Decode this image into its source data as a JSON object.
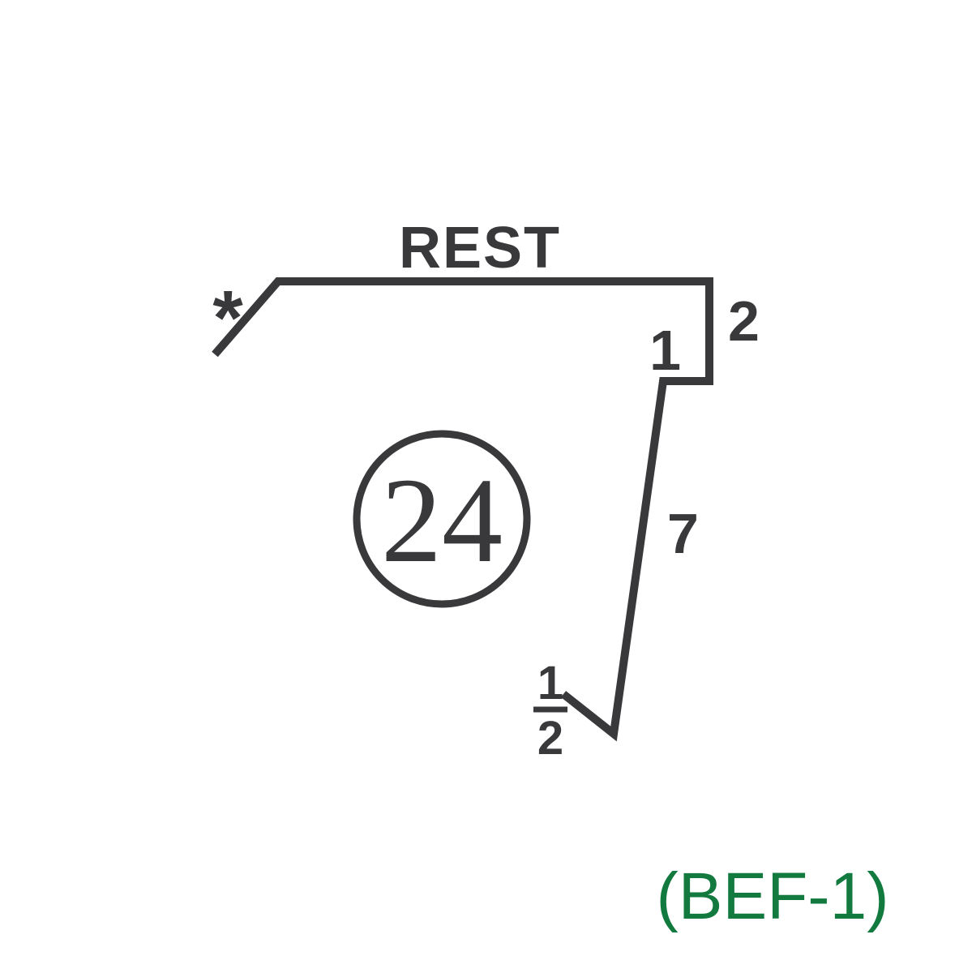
{
  "diagram": {
    "type": "sheet-metal-flashing-profile",
    "rest_label": "REST",
    "asterisk": "*",
    "dim_right_vertical": "2",
    "dim_step": "1",
    "dim_face": "7",
    "fraction": {
      "numerator": "1",
      "denominator": "2"
    },
    "gauge": "24",
    "part_code": "(BEF-1)",
    "colors": {
      "line": "#39393b",
      "part_code_green": "#127a3e",
      "background": "#ffffff"
    }
  }
}
